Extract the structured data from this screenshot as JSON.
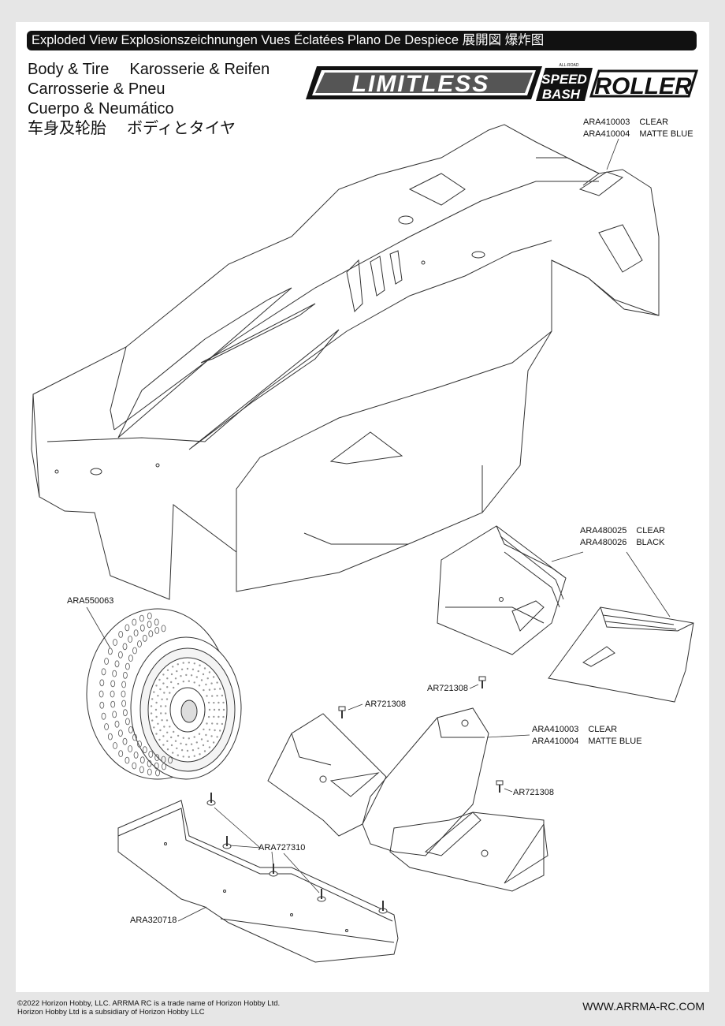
{
  "header": {
    "title": "Exploded View  Explosionszeichnungen  Vues Éclatées  Plano De Despiece 展開図  爆炸图"
  },
  "section_titles": {
    "en": "Body & Tire",
    "de": "Karosserie & Reifen",
    "fr": "Carrosserie & Pneu",
    "es": "Cuerpo & Neumático",
    "zh": "车身及轮胎",
    "ja": "ボディとタイヤ"
  },
  "logos": {
    "limitless": "LIMITLESS",
    "all_road": "ALL-ROAD",
    "speed": "SPEED",
    "bash": "BASH",
    "roller": "ROLLER"
  },
  "parts": {
    "body": {
      "line1": "ARA410003",
      "val1": "CLEAR",
      "line2": "ARA410004",
      "val2": "MATTE BLUE"
    },
    "wing": {
      "line1": "ARA480025",
      "val1": "CLEAR",
      "line2": "ARA480026",
      "val2": "BLACK"
    },
    "wheel": "ARA550063",
    "screw_a": "AR721308",
    "screw_b": "AR721308",
    "screw_c": "AR721308",
    "nose": {
      "line1": "ARA410003",
      "val1": "CLEAR",
      "line2": "ARA410004",
      "val2": "MATTE BLUE"
    },
    "studs": "ARA727310",
    "splitter": "ARA320718"
  },
  "footer": {
    "copyright_1": "©2022 Horizon Hobby, LLC. ARRMA RC is a trade name of Horizon Hobby Ltd.",
    "copyright_2": "Horizon Hobby Ltd is a subsidiary of Horizon Hobby LLC",
    "website": "WWW.ARRMA-RC.COM"
  }
}
